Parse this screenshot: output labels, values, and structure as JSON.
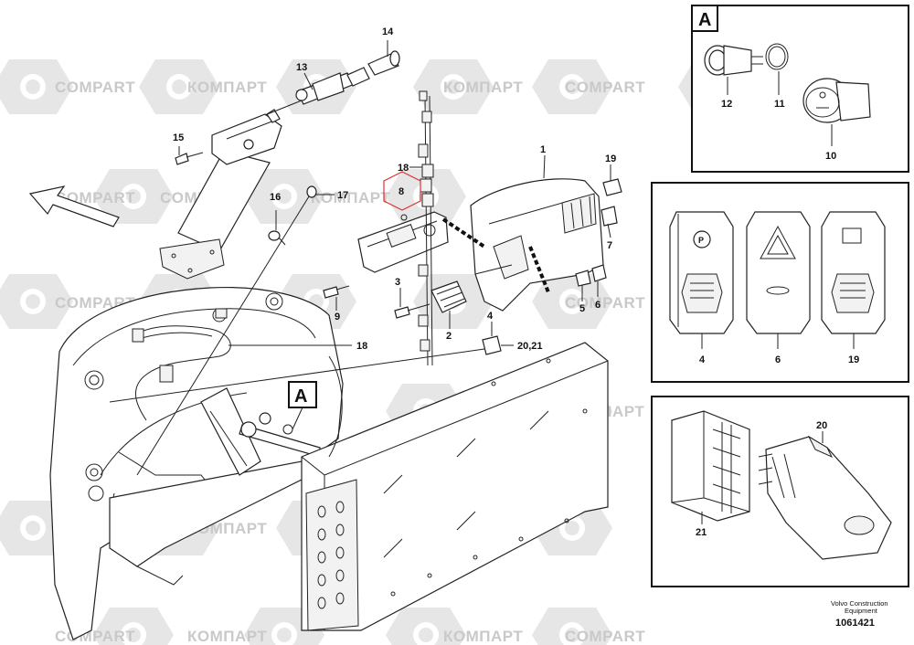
{
  "watermark": {
    "text_latin": "COMPART",
    "text_cyrillic": "КОМПАРТ"
  },
  "callouts": [
    {
      "id": "c14",
      "label": "14"
    },
    {
      "id": "c13",
      "label": "13"
    },
    {
      "id": "c15",
      "label": "15"
    },
    {
      "id": "c16",
      "label": "16"
    },
    {
      "id": "c17",
      "label": "17"
    },
    {
      "id": "c18a",
      "label": "18"
    },
    {
      "id": "c8",
      "label": "8"
    },
    {
      "id": "c1",
      "label": "1"
    },
    {
      "id": "c19",
      "label": "19"
    },
    {
      "id": "c7",
      "label": "7"
    },
    {
      "id": "c3",
      "label": "3"
    },
    {
      "id": "c9",
      "label": "9"
    },
    {
      "id": "c5",
      "label": "5"
    },
    {
      "id": "c6",
      "label": "6"
    },
    {
      "id": "c2",
      "label": "2"
    },
    {
      "id": "c4",
      "label": "4"
    },
    {
      "id": "c2021",
      "label": "20,21"
    },
    {
      "id": "c18b",
      "label": "18"
    }
  ],
  "main_detail_marker": "A",
  "detail_a": {
    "letter": "A",
    "callouts": [
      {
        "label": "12"
      },
      {
        "label": "11"
      },
      {
        "label": "10"
      }
    ]
  },
  "switch_panel": {
    "callouts": [
      {
        "label": "4"
      },
      {
        "label": "6"
      },
      {
        "label": "19"
      }
    ]
  },
  "relay_panel": {
    "callouts": [
      {
        "label": "20"
      },
      {
        "label": "21"
      }
    ]
  },
  "footer": {
    "line1": "Volvo Construction",
    "line2": "Equipment",
    "doc_number": "1061421"
  },
  "colors": {
    "highlight": "#e03030",
    "watermark": "#c9c9c9",
    "ink": "#222222"
  }
}
